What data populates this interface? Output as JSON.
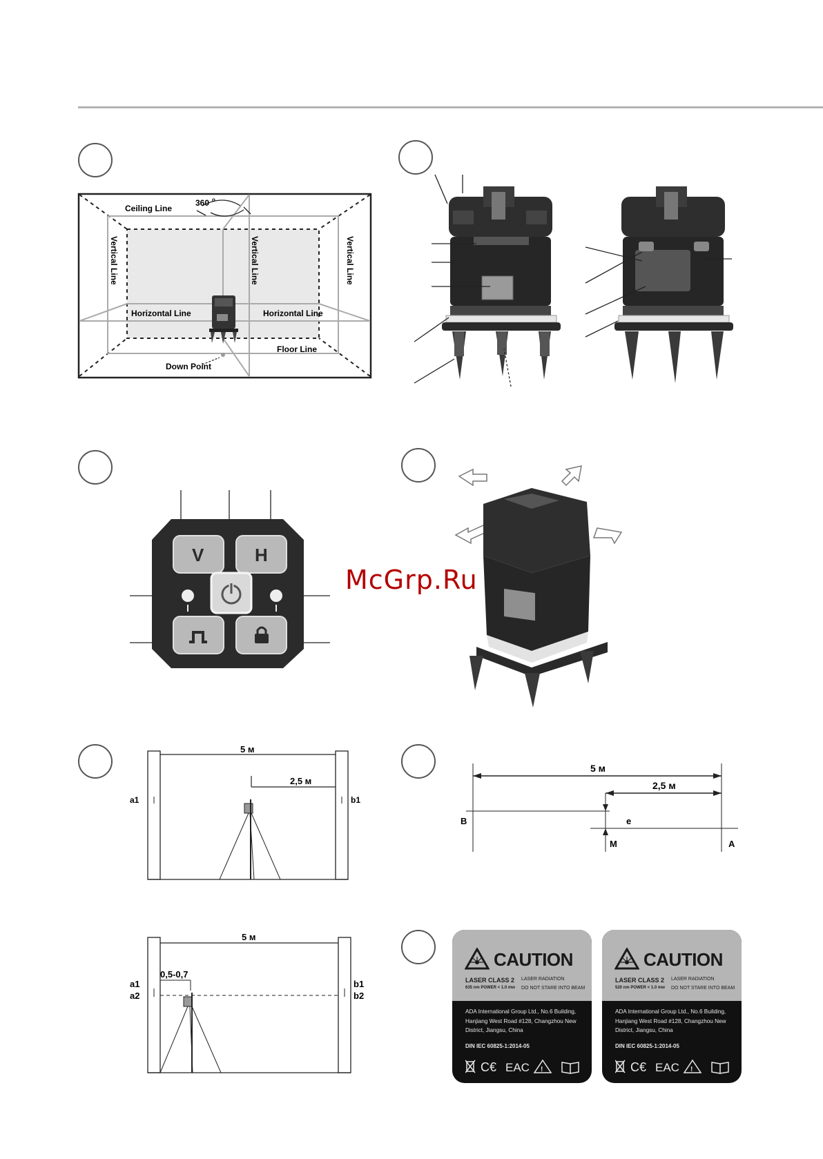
{
  "watermark": "McGrp.Ru",
  "fig1": {
    "ceiling": "Ceiling Line",
    "angle": "360",
    "vertical_left": "Vertical Line",
    "vertical_mid": "Vertical Line",
    "vertical_right": "Vertical Line",
    "horizontal_left": "Horizontal Line",
    "horizontal_right": "Horizontal Line",
    "floor": "Floor Line",
    "down_point": "Down Point"
  },
  "keypad": {
    "v_key": "V",
    "h_key": "H"
  },
  "fig5": {
    "dist": "5 м",
    "half": "2,5 м",
    "a1": "a1",
    "b1": "b1"
  },
  "fig6": {
    "dist": "5 м",
    "half": "2,5 м",
    "B": "B",
    "A": "A",
    "e": "e",
    "M": "M"
  },
  "fig7": {
    "dist": "5 м",
    "offset": "0,5-0,7",
    "a1": "a1",
    "a2": "a2",
    "b1": "b1",
    "b2": "b2"
  },
  "labels": [
    {
      "caution": "CAUTION",
      "laser_class": "LASER CLASS 2",
      "radiation": "LASER RADIATION",
      "power": "635 nm POWER < 1.0 mw",
      "warning": "DO NOT STARE INTO BEAM",
      "address": "ADA International Group Ltd., No.6 Building, Hanjiang West Road #128, Changzhou New District, Jiangsu, China",
      "din": "DIN IEC 60825-1:2014-05",
      "marks": "CE EAC"
    },
    {
      "caution": "CAUTION",
      "laser_class": "LASER CLASS 2",
      "radiation": "LASER RADIATION",
      "power": "520 nm POWER < 1.0 mw",
      "warning": "DO NOT STARE INTO BEAM",
      "address": "ADA International Group Ltd., No.6 Building, Hanjiang West Road #128, Changzhou New District, Jiangsu, China",
      "din": "DIN IEC 60825-1:2014-05",
      "marks": "CE EAC"
    }
  ]
}
